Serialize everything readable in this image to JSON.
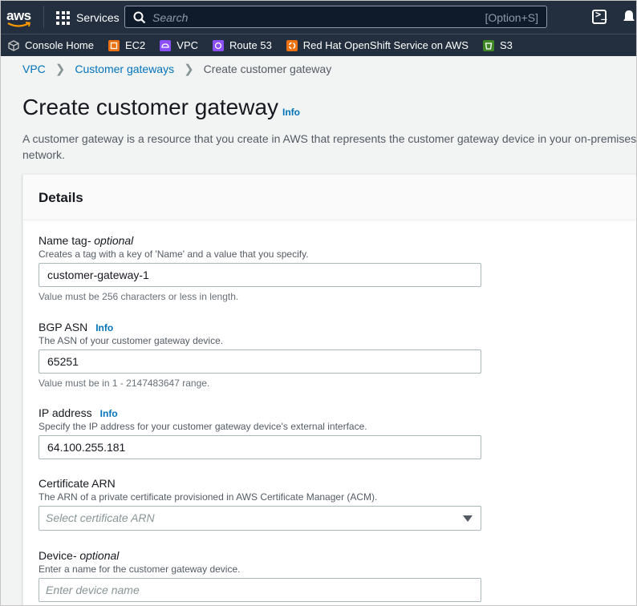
{
  "topnav": {
    "logo_text": "aws",
    "services_label": "Services",
    "search_placeholder": "Search",
    "search_shortcut": "[Option+S]",
    "icons": [
      "grid-icon",
      "search-icon",
      "cloudshell-icon",
      "bell-icon"
    ]
  },
  "favorites": [
    {
      "label": "Console Home",
      "color": "#545b64",
      "icon": "console-home-icon"
    },
    {
      "label": "EC2",
      "color": "#ec7211",
      "icon": "ec2-icon"
    },
    {
      "label": "VPC",
      "color": "#8c4fff",
      "icon": "vpc-icon"
    },
    {
      "label": "Route 53",
      "color": "#8c4fff",
      "icon": "route53-icon"
    },
    {
      "label": "Red Hat OpenShift Service on AWS",
      "color": "#ec7211",
      "icon": "openshift-icon"
    },
    {
      "label": "S3",
      "color": "#3f8624",
      "icon": "s3-icon"
    }
  ],
  "breadcrumb": {
    "items": [
      "VPC",
      "Customer gateways"
    ],
    "current": "Create customer gateway"
  },
  "page": {
    "title": "Create customer gateway",
    "info": "Info",
    "description": "A customer gateway is a resource that you create in AWS that represents the customer gateway device in your on-premises network."
  },
  "details": {
    "heading": "Details",
    "name_tag": {
      "label": "Name tag",
      "optional": " - optional",
      "description": "Creates a tag with a key of 'Name' and a value that you specify.",
      "value": "customer-gateway-1",
      "constraint": "Value must be 256 characters or less in length."
    },
    "bgp_asn": {
      "label": "BGP ASN",
      "info": "Info",
      "description": "The ASN of your customer gateway device.",
      "value": "65251",
      "constraint": "Value must be in 1 - 2147483647 range."
    },
    "ip_address": {
      "label": "IP address",
      "info": "Info",
      "description": "Specify the IP address for your customer gateway device's external interface.",
      "value": "64.100.255.181"
    },
    "certificate_arn": {
      "label": "Certificate ARN",
      "description": "The ARN of a private certificate provisioned in AWS Certificate Manager (ACM).",
      "placeholder": "Select certificate ARN"
    },
    "device": {
      "label": "Device",
      "optional": " - optional",
      "description": "Enter a name for the customer gateway device.",
      "placeholder": "Enter device name"
    }
  }
}
